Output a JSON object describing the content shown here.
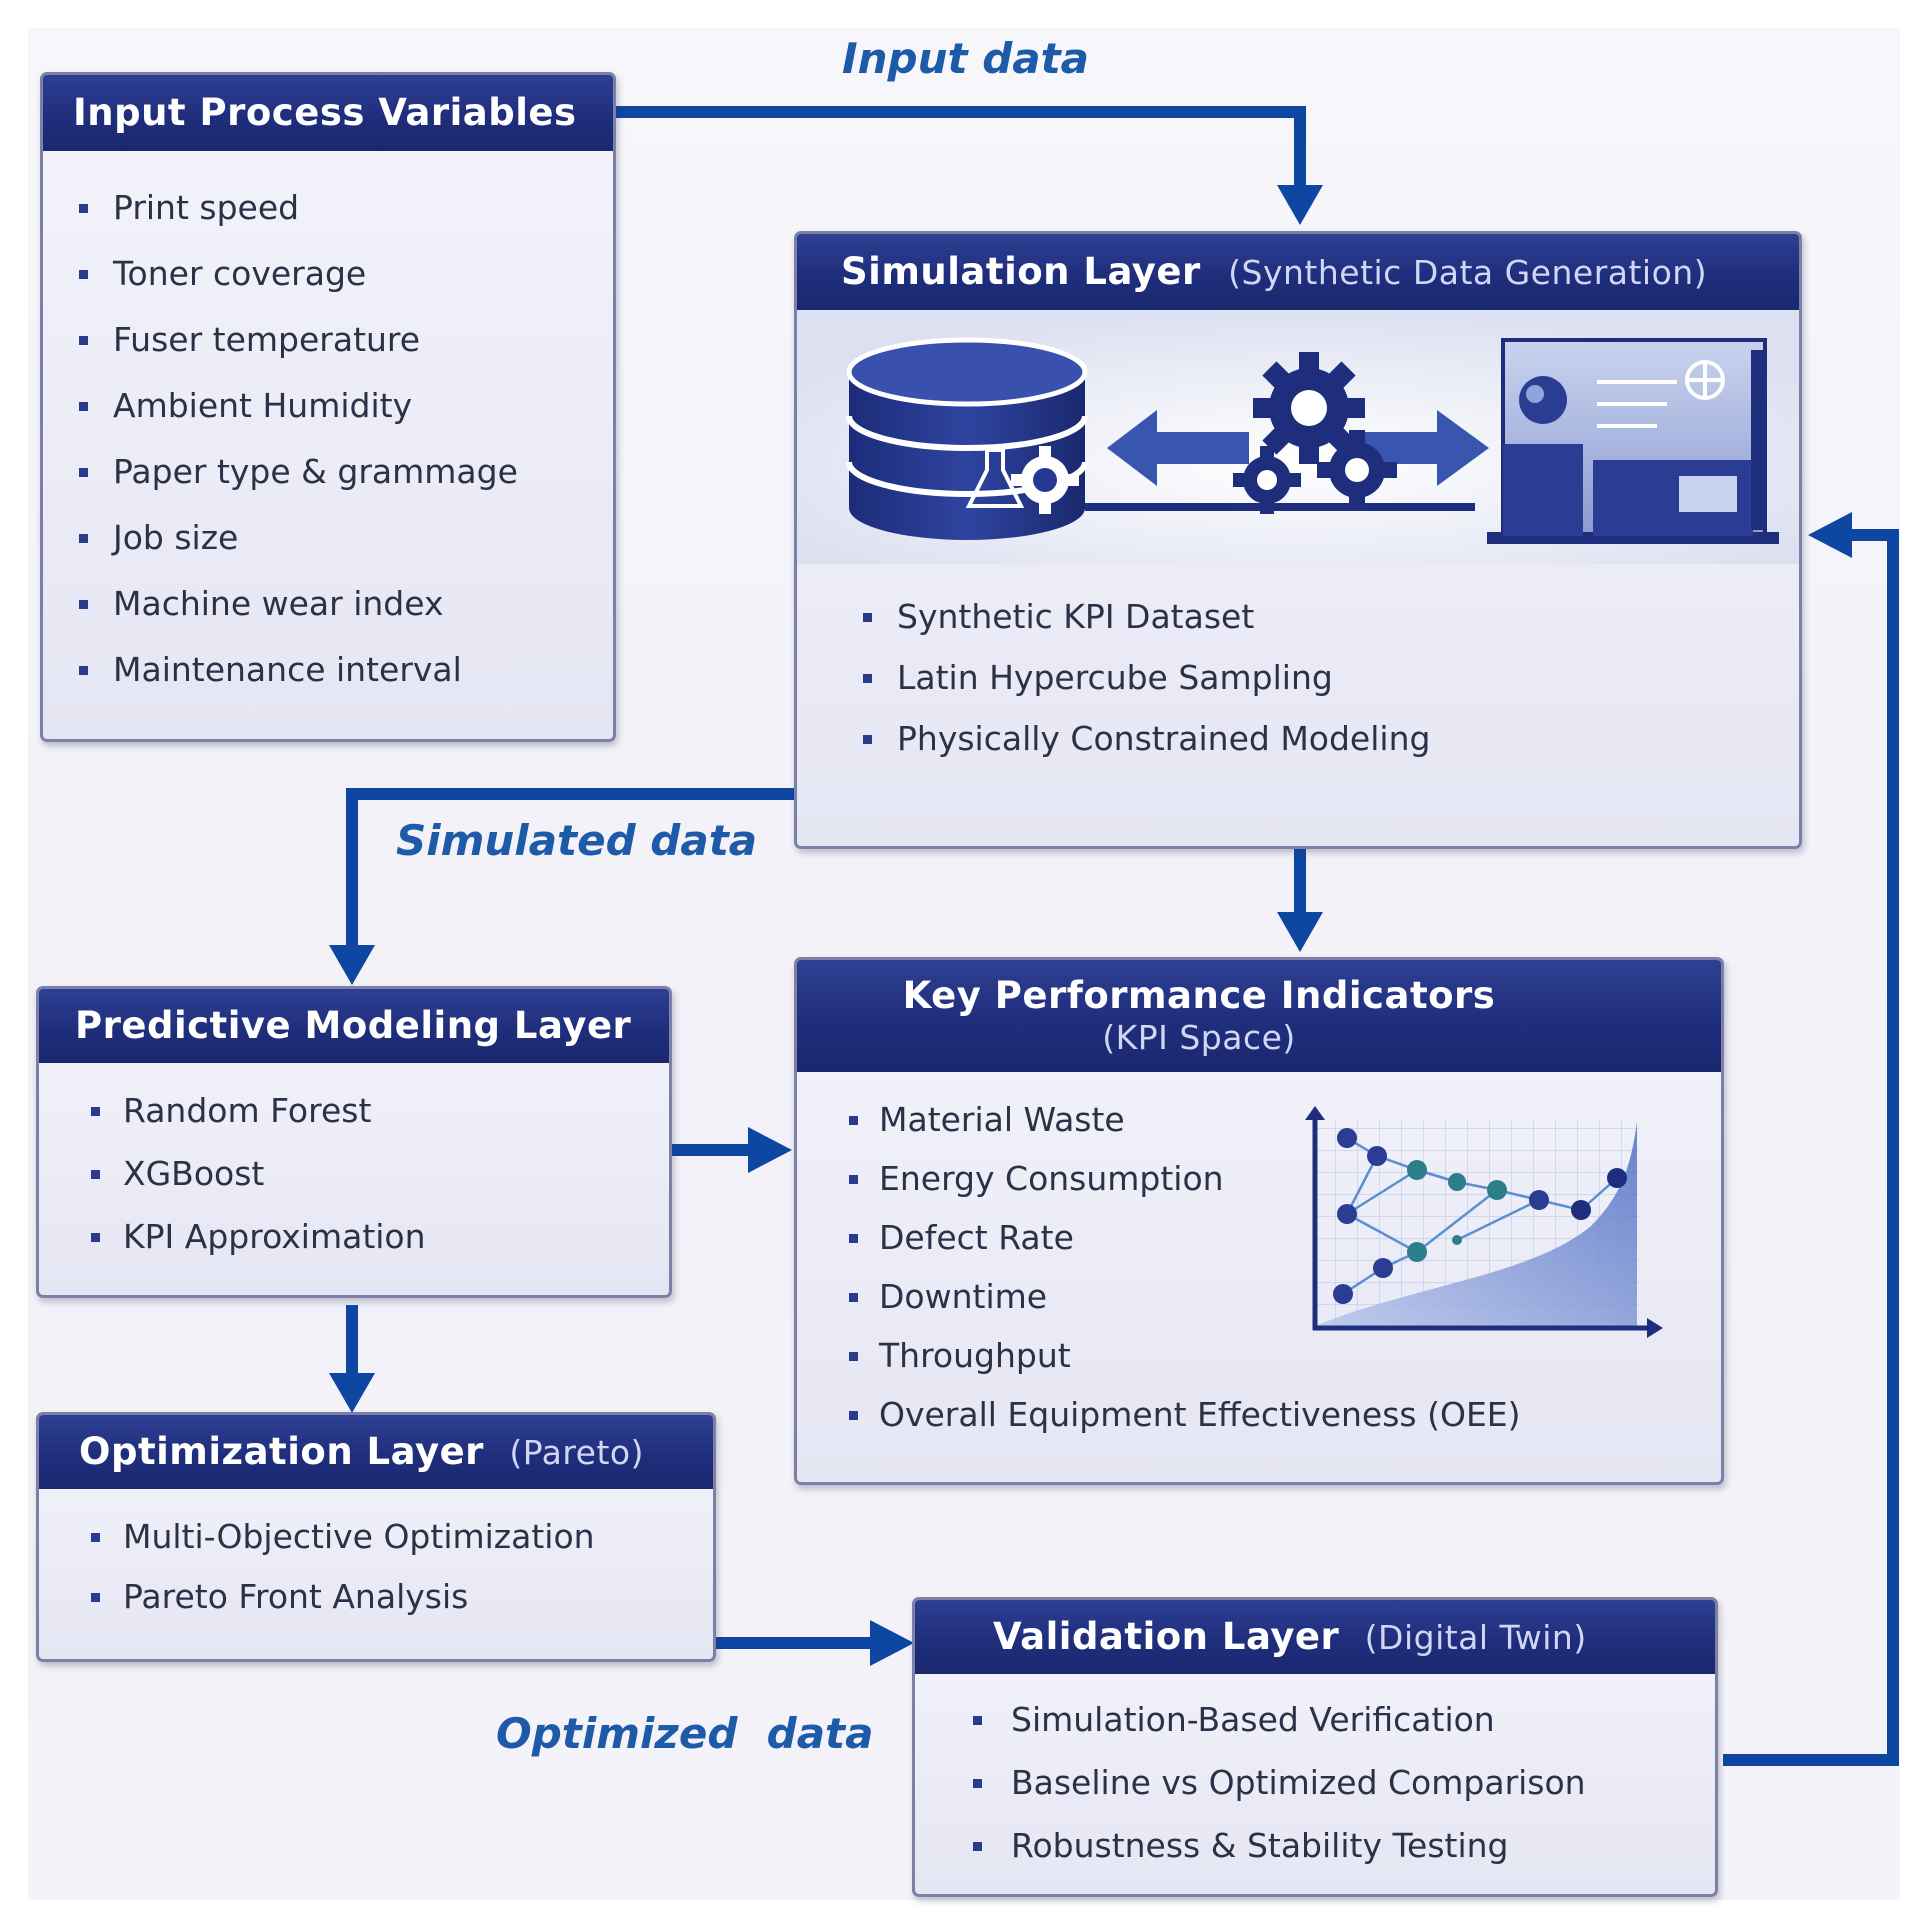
{
  "flow_labels": {
    "input": "Input data",
    "simulated": "Simulated data",
    "optimized": "Optimized  data"
  },
  "input_vars": {
    "title": "Input Process Variables",
    "items": [
      "Print speed",
      "Toner coverage",
      "Fuser temperature",
      "Ambient Humidity",
      "Paper type & grammage",
      "Job size",
      "Machine wear index",
      "Maintenance interval"
    ]
  },
  "simulation": {
    "title": "Simulation Layer",
    "subtitle": "(Synthetic Data Generation)",
    "items": [
      "Synthetic KPI Dataset",
      "Latin Hypercube Sampling",
      "Physically Constrained Modeling"
    ]
  },
  "predictive": {
    "title": "Predictive Modeling Layer",
    "items": [
      "Random Forest",
      "XGBoost",
      "KPI Approximation"
    ]
  },
  "kpi": {
    "title": "Key Performance Indicators",
    "subtitle": "(KPI Space)",
    "items": [
      "Material Waste",
      "Energy Consumption",
      "Defect Rate",
      "Downtime",
      "Throughput",
      "Overall Equipment Effectiveness (OEE)"
    ]
  },
  "optimization": {
    "title": "Optimization Layer",
    "subtitle": "(Pareto)",
    "items": [
      "Multi-Objective Optimization",
      "Pareto Front Analysis"
    ]
  },
  "validation": {
    "title": "Validation Layer",
    "subtitle": "(Digital Twin)",
    "items": [
      "Simulation-Based Verification",
      "Baseline vs Optimized Comparison",
      "Robustness & Stability Testing"
    ]
  },
  "colors": {
    "arrow": "#0d47a1",
    "header": "#1f2e7c",
    "flow_label": "#1d5aa8",
    "box_border": "#7c80a6"
  },
  "icons": [
    "database-icon",
    "gears-icon",
    "flask-icon",
    "globe-icon",
    "dashboard-screen-icon",
    "kpi-scatter-chart-icon"
  ]
}
